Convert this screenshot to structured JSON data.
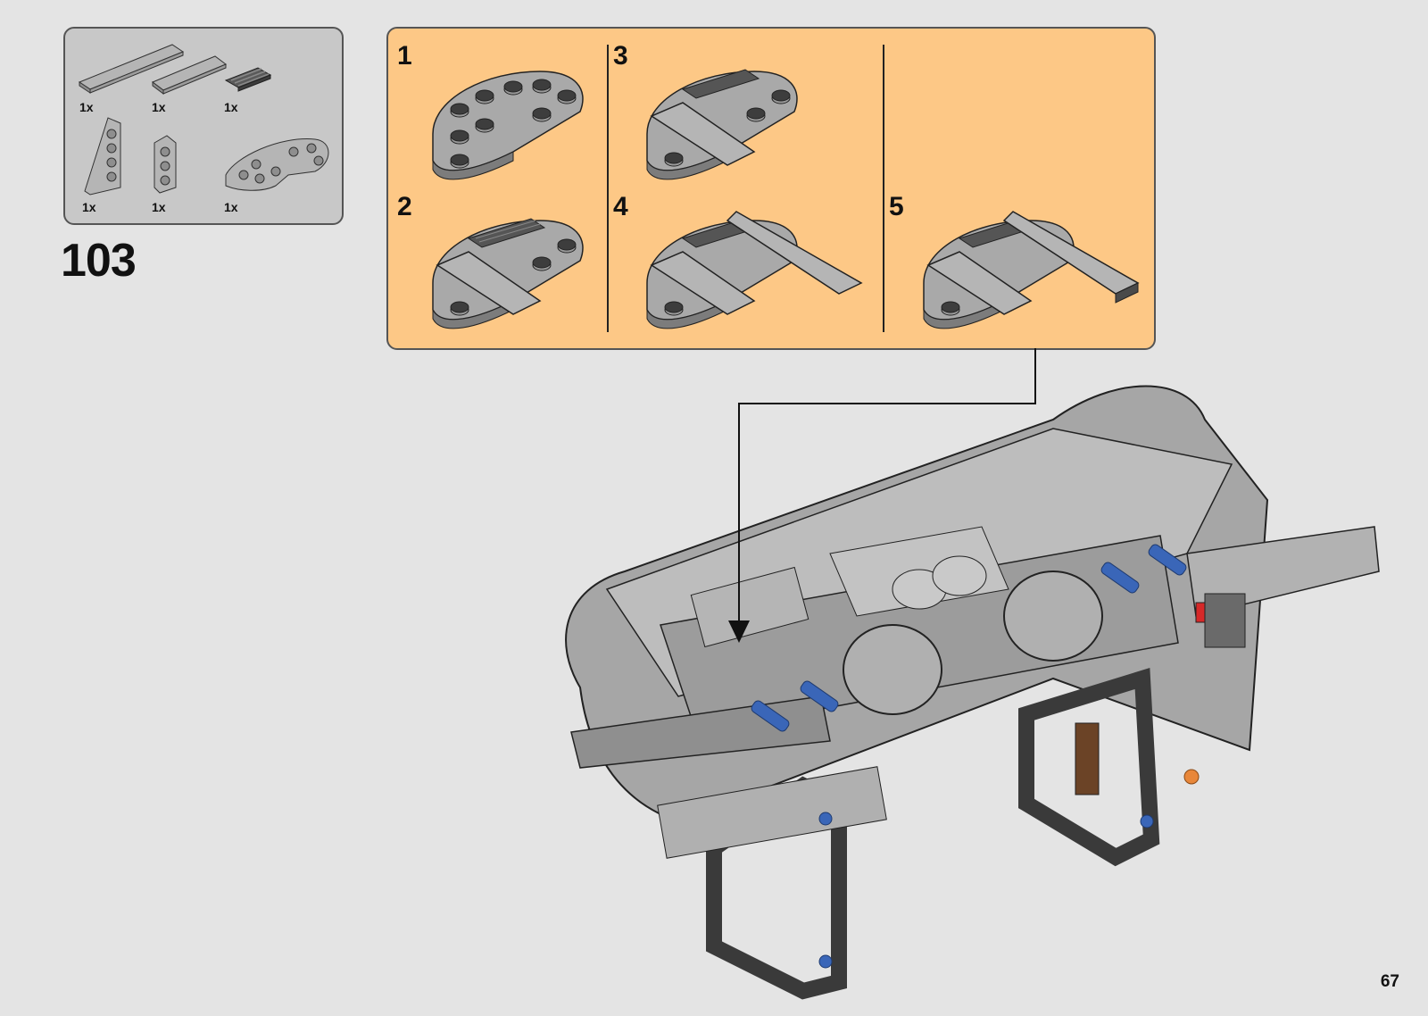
{
  "parts": [
    {
      "qty": "1x",
      "icon": "long-tile-part-icon"
    },
    {
      "qty": "1x",
      "icon": "short-tile-part-icon"
    },
    {
      "qty": "1x",
      "icon": "grille-tile-part-icon"
    },
    {
      "qty": "1x",
      "icon": "wedge-plate-left-part-icon"
    },
    {
      "qty": "1x",
      "icon": "wedge-plate-small-part-icon"
    },
    {
      "qty": "1x",
      "icon": "curved-plate-part-icon"
    }
  ],
  "step_number": "103",
  "substeps": [
    "1",
    "2",
    "3",
    "4",
    "5"
  ],
  "page_number": "67",
  "colors": {
    "background": "#e4e4e4",
    "parts_box": "#c8c8c8",
    "substep_panel": "#fdc886",
    "brick_gray": "#a9a9a9",
    "technic_blue": "#3a66b8",
    "dark_gray": "#4a4a4a"
  }
}
